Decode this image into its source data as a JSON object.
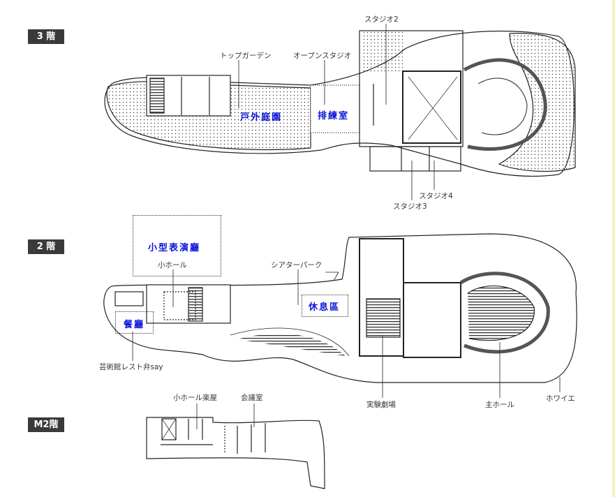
{
  "floors": [
    {
      "badge": "3 階",
      "labels": {
        "studio2": "スタジオ2",
        "top_garden": "トップガーデン",
        "open_studio": "オープンスタジオ",
        "studio4": "スタジオ4",
        "studio3": "スタジオ3"
      },
      "annotations": {
        "outdoor_garden": "戸外庭園",
        "rehearsal_room": "排練室"
      }
    },
    {
      "badge": "2 階",
      "labels": {
        "small_hall": "小ホール",
        "theater_park": "シアターパーク",
        "restaurant": "芸術館レスト弁say",
        "experimental_theater": "実験劇場",
        "main_hall": "主ホール",
        "foyer": "ホワイエ"
      },
      "annotations": {
        "small_theater": "小型表演廳",
        "lounge": "休息區",
        "dining": "餐廳"
      }
    },
    {
      "badge": "M2階",
      "labels": {
        "small_hall_dressing": "小ホール楽屋",
        "meeting_room": "会議室"
      }
    }
  ],
  "colors": {
    "annotation": "#0a14d8",
    "badge": "#3a3a3a"
  }
}
